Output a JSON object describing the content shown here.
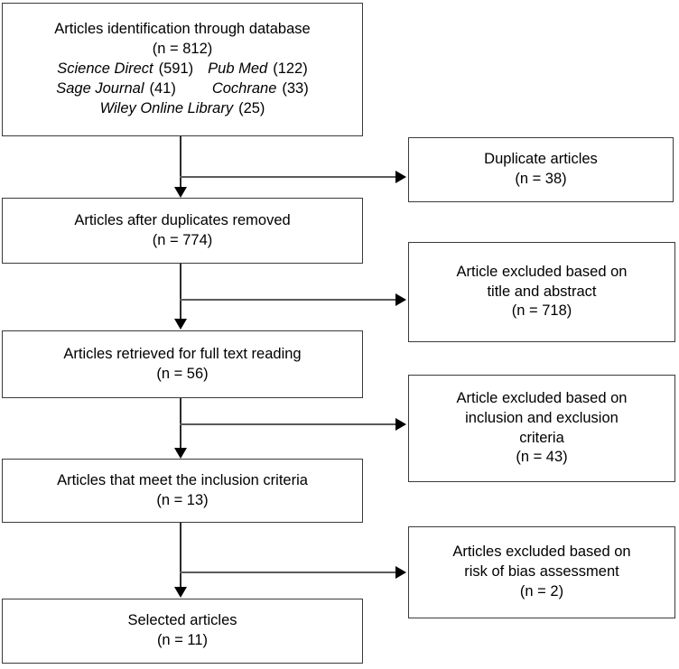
{
  "diagram": {
    "type": "prisma-flow-diagram",
    "title": "",
    "stages": [
      {
        "id": "identification",
        "heading": "Articles identification through database",
        "count_label": "(n = 812)",
        "sources": [
          {
            "name": "Science Direct",
            "count": "(591)"
          },
          {
            "name": "Pub Med",
            "count": "(122)"
          },
          {
            "name": "Sage Journal",
            "count": "(41)"
          },
          {
            "name": "Cochrane",
            "count": "(33)"
          },
          {
            "name": "Wiley Online Library",
            "count": "(25)"
          }
        ]
      },
      {
        "id": "after-duplicates",
        "heading": "Articles after duplicates removed",
        "count_label": "(n = 774)"
      },
      {
        "id": "full-text",
        "heading": "Articles retrieved for full text reading",
        "count_label": "(n = 56)"
      },
      {
        "id": "meet-inclusion",
        "heading": "Articles that meet the inclusion criteria",
        "count_label": "(n = 13)"
      },
      {
        "id": "selected",
        "heading": "Selected articles",
        "count_label": "(n = 11)"
      }
    ],
    "exclusions": [
      {
        "id": "duplicates",
        "line1": "Duplicate articles",
        "line2": "",
        "line3": "",
        "count_label": "(n = 38)"
      },
      {
        "id": "title-abstract",
        "line1": "Article excluded based on",
        "line2": "title and abstract",
        "line3": "",
        "count_label": "(n = 718)"
      },
      {
        "id": "inclusion-exclusion",
        "line1": "Article excluded based on",
        "line2": "inclusion and exclusion",
        "line3": "criteria",
        "count_label": "(n = 43)"
      },
      {
        "id": "risk-of-bias",
        "line1": "Articles excluded based on",
        "line2": "risk of bias assessment",
        "line3": "",
        "count_label": "(n = 2)"
      }
    ],
    "colors": {
      "box_border": "#3a3a3a",
      "connector": "#2b2b2b",
      "background": "#ffffff",
      "text": "#000000"
    }
  }
}
